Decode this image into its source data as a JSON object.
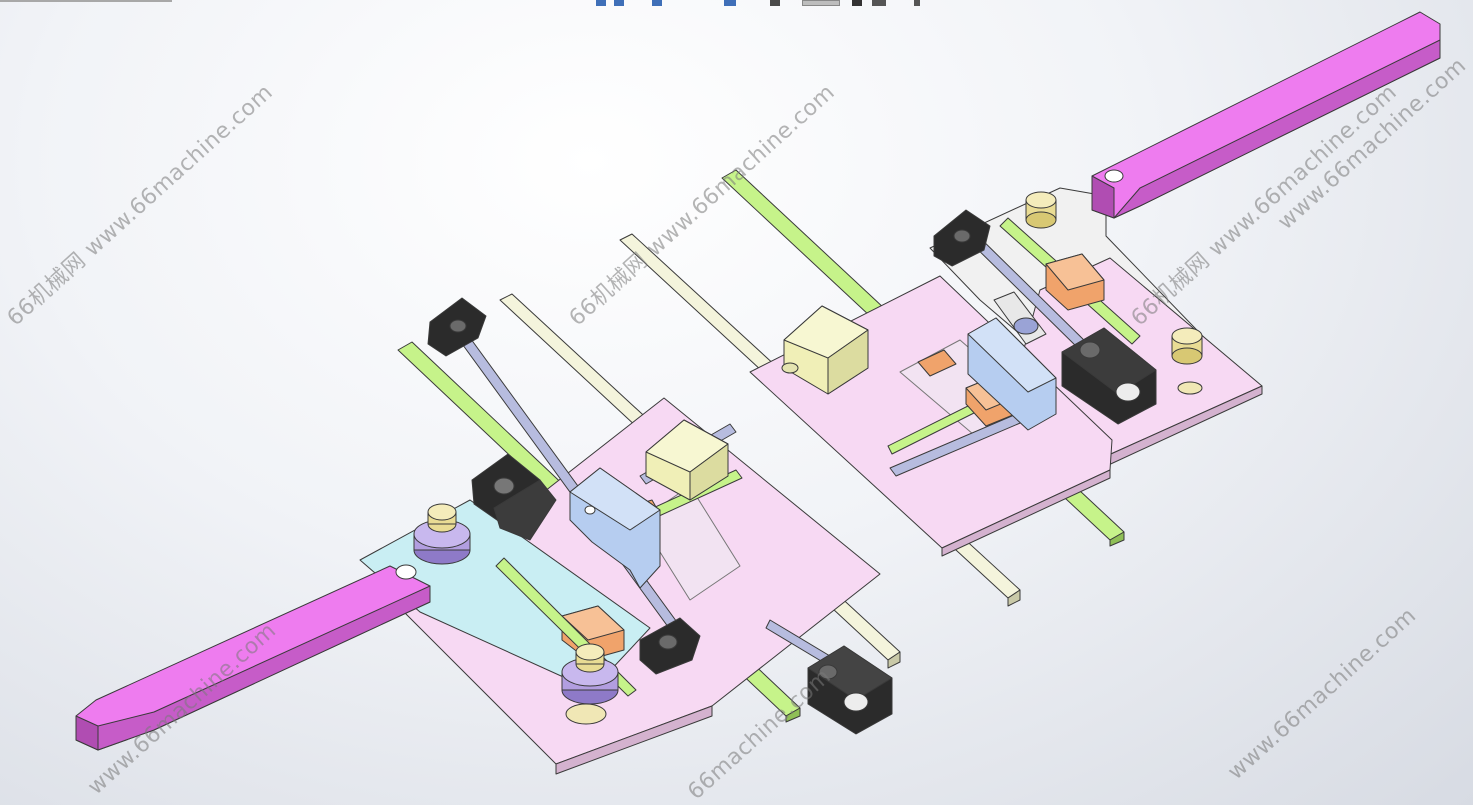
{
  "watermarks": [
    "66机械网 www.66machine.com",
    "66机械网 www.66machine.com",
    "66机械网 www.66machine.com",
    "www.66machine.com",
    "66machine.com",
    "www.66machine.com",
    "www.66machine.com"
  ],
  "colors": {
    "plate_pink": "#f7d9f3",
    "plate_cyan": "#c9eef3",
    "plate_white": "#f1f1f1",
    "arm_magenta": "#ee7cef",
    "rail_green": "#c6f38a",
    "rail_cream": "#f4f4dc",
    "screw_blue": "#b7bcdf",
    "block_orange": "#f0a36b",
    "bracket_dark": "#2b2b2b",
    "block_lightblue": "#b6cdf0",
    "motor_yellow": "#f0efb7",
    "post_purple": "#b29ee0",
    "post_yellow": "#e9dc94"
  },
  "toolbar": {
    "icons": [
      "view-icon",
      "zoom-icon",
      "rotate-icon",
      "section-icon",
      "display-icon",
      "appearance-icon",
      "scene-icon"
    ]
  }
}
